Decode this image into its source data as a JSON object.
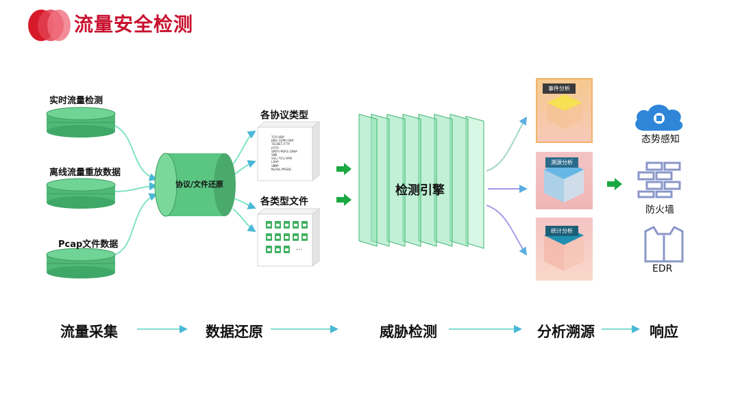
{
  "header": {
    "title": "流量安全检测"
  },
  "colors": {
    "brand": "#c8102e",
    "cylinder": "#5bc582",
    "arrow_green": "#1aa843",
    "flow_line": "#8fe0d0"
  },
  "sources": [
    {
      "label": "实时流量检测"
    },
    {
      "label": "离线流量重放数据"
    },
    {
      "label": "Pcap文件数据"
    }
  ],
  "restore": {
    "label": "协议/文件还原"
  },
  "outputs": {
    "protocols": {
      "title": "各协议类型",
      "items": [
        "TCP/UDP",
        "DNS/ICMP/ARP",
        "TELNET/FTP",
        "HTTP",
        "SMTP/POP3/IMAP",
        "SMB",
        "SSL/TLS/VPN",
        "LDAP",
        "SNMP",
        "MySQL/MSSQL"
      ]
    },
    "files": {
      "title": "各类型文件",
      "more": "···"
    }
  },
  "engine": {
    "label": "检测引擎"
  },
  "analysis": [
    {
      "tag": "事件分析"
    },
    {
      "tag": "溯源分析"
    },
    {
      "tag": "统计分析"
    }
  ],
  "responses": [
    {
      "label": "态势感知",
      "icon": "cloud-icon"
    },
    {
      "label": "防火墙",
      "icon": "firewall-icon"
    },
    {
      "label": "EDR",
      "icon": "vest-icon"
    }
  ],
  "stages": [
    "流量采集",
    "数据还原",
    "威胁检测",
    "分析溯源",
    "响应"
  ]
}
